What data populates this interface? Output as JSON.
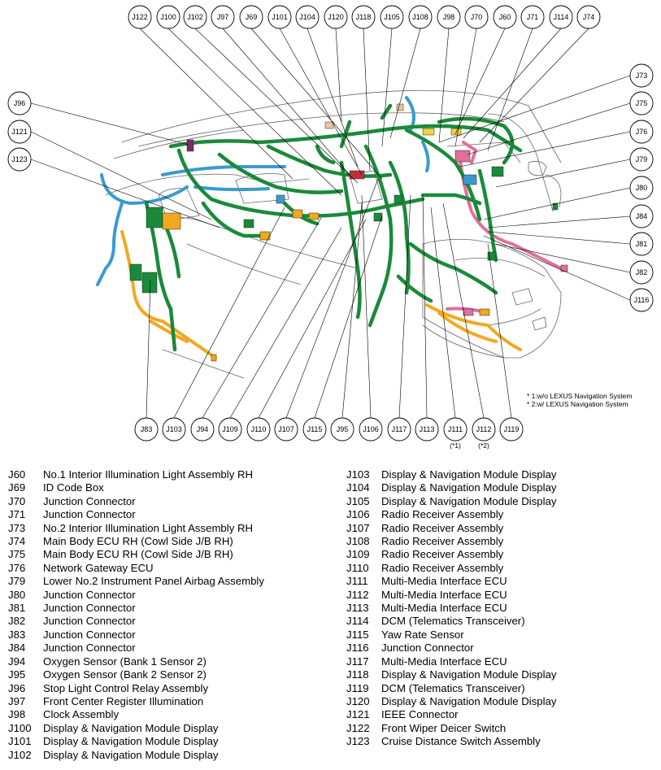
{
  "top_callouts": [
    "J122",
    "J100",
    "J102",
    "J97",
    "J69",
    "J101",
    "J104",
    "J120",
    "J118",
    "J105",
    "J108",
    "J98",
    "J70",
    "J60",
    "J71",
    "J114",
    "J74"
  ],
  "left_callouts": [
    "J96",
    "J121",
    "J123"
  ],
  "right_callouts": [
    "J73",
    "J75",
    "J76",
    "J79",
    "J80",
    "J84",
    "J81",
    "J82",
    "J116"
  ],
  "bottom_callouts": [
    "J83",
    "J103",
    "J94",
    "J109",
    "J110",
    "J107",
    "J115",
    "J95",
    "J106",
    "J117",
    "J113",
    "J111",
    "J112",
    "J119"
  ],
  "bottom_suffix": {
    "J111": "(*1)",
    "J112": "(*2)"
  },
  "notes": [
    "* 1:w/o LEXUS Navigation System",
    "* 2:w/ LEXUS Navigation System"
  ],
  "legend_left": [
    {
      "code": "J60",
      "desc": "No.1 Interior Illumination Light Assembly RH"
    },
    {
      "code": "J69",
      "desc": "ID Code Box"
    },
    {
      "code": "J70",
      "desc": "Junction Connector"
    },
    {
      "code": "J71",
      "desc": "Junction Connector"
    },
    {
      "code": "J73",
      "desc": "No.2 Interior Illumination Light Assembly RH"
    },
    {
      "code": "J74",
      "desc": "Main Body ECU RH (Cowl Side J/B RH)"
    },
    {
      "code": "J75",
      "desc": "Main Body ECU RH (Cowl Side J/B RH)"
    },
    {
      "code": "J76",
      "desc": "Network Gateway ECU"
    },
    {
      "code": "J79",
      "desc": "Lower No.2 Instrument Panel Airbag Assembly"
    },
    {
      "code": "J80",
      "desc": "Junction Connector"
    },
    {
      "code": "J81",
      "desc": "Junction Connector"
    },
    {
      "code": "J82",
      "desc": "Junction Connector"
    },
    {
      "code": "J83",
      "desc": "Junction Connector"
    },
    {
      "code": "J84",
      "desc": "Junction Connector"
    },
    {
      "code": "J94",
      "desc": "Oxygen Sensor (Bank 1 Sensor 2)"
    },
    {
      "code": "J95",
      "desc": "Oxygen Sensor (Bank 2 Sensor 2)"
    },
    {
      "code": "J96",
      "desc": "Stop Light Control Relay Assembly"
    },
    {
      "code": "J97",
      "desc": "Front Center Register Illumination"
    },
    {
      "code": "J98",
      "desc": "Clock Assembly"
    },
    {
      "code": "J100",
      "desc": "Display & Navigation Module Display"
    },
    {
      "code": "J101",
      "desc": "Display & Navigation Module Display"
    },
    {
      "code": "J102",
      "desc": "Display & Navigation Module Display"
    }
  ],
  "legend_right": [
    {
      "code": "J103",
      "desc": "Display & Navigation Module Display"
    },
    {
      "code": "J104",
      "desc": "Display & Navigation Module Display"
    },
    {
      "code": "J105",
      "desc": "Display & Navigation Module Display"
    },
    {
      "code": "J106",
      "desc": "Radio Receiver Assembly"
    },
    {
      "code": "J107",
      "desc": "Radio Receiver Assembly"
    },
    {
      "code": "J108",
      "desc": "Radio Receiver Assembly"
    },
    {
      "code": "J109",
      "desc": "Radio Receiver Assembly"
    },
    {
      "code": "J110",
      "desc": "Radio Receiver Assembly"
    },
    {
      "code": "J111",
      "desc": "Multi-Media Interface ECU"
    },
    {
      "code": "J112",
      "desc": "Multi-Media Interface ECU"
    },
    {
      "code": "J113",
      "desc": "Multi-Media Interface ECU"
    },
    {
      "code": "J114",
      "desc": "DCM (Telematics Transceiver)"
    },
    {
      "code": "J115",
      "desc": "Yaw Rate Sensor"
    },
    {
      "code": "J116",
      "desc": "Junction Connector"
    },
    {
      "code": "J117",
      "desc": "Multi-Media Interface ECU"
    },
    {
      "code": "J118",
      "desc": "Display & Navigation Module Display"
    },
    {
      "code": "J119",
      "desc": "DCM (Telematics Transceiver)"
    },
    {
      "code": "J120",
      "desc": "Display & Navigation Module Display"
    },
    {
      "code": "J121",
      "desc": "IEEE Connector"
    },
    {
      "code": "J122",
      "desc": "Front Wiper Deicer Switch"
    },
    {
      "code": "J123",
      "desc": "Cruise Distance Switch Assembly"
    }
  ],
  "colors": {
    "harness_green": "#1a8a3a",
    "harness_blue": "#3a9ad0",
    "harness_orange": "#f2a81e",
    "harness_pink": "#e0709a",
    "outline": "#555555"
  }
}
